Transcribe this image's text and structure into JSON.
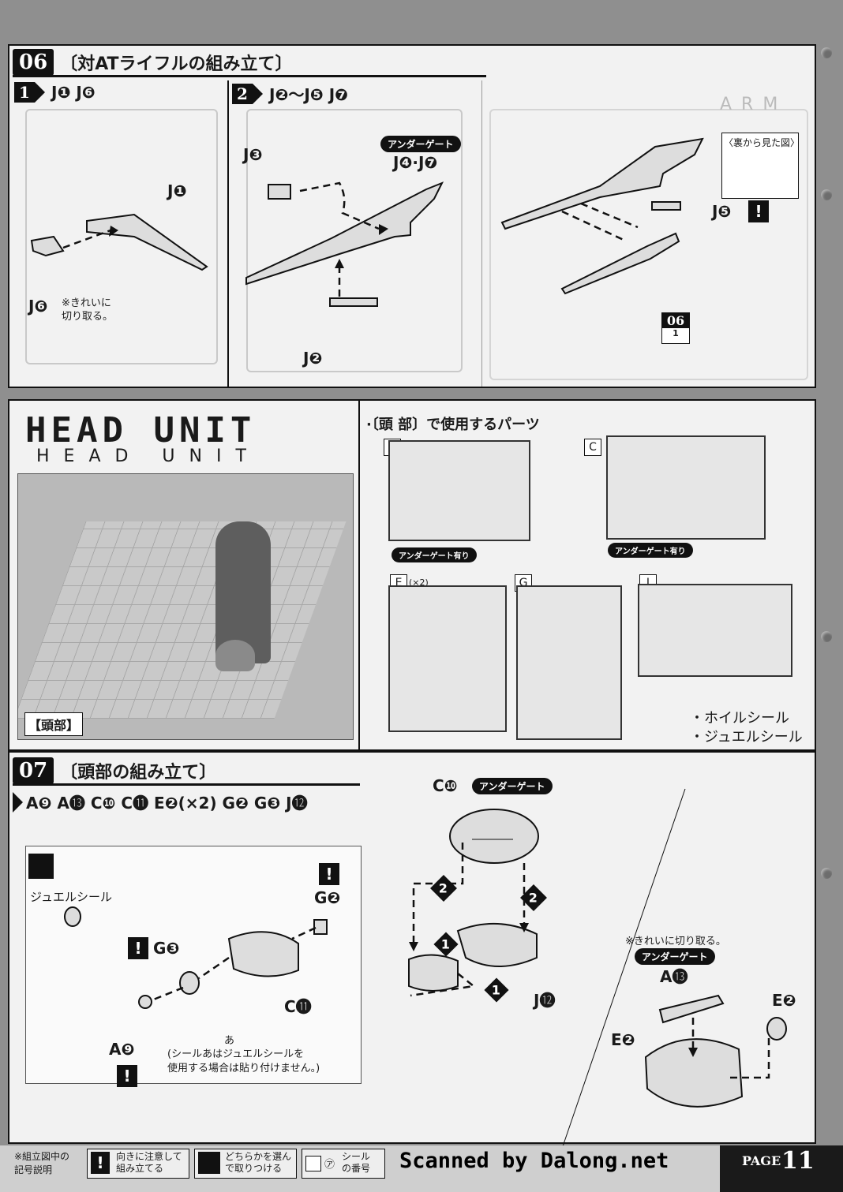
{
  "step06": {
    "number": "06",
    "title": "〔対ATライフルの組み立て〕",
    "sub1": {
      "num": "1",
      "parts": "J❶ J❻"
    },
    "sub2": {
      "num": "2",
      "parts": "J❷～J❺ J❼"
    },
    "label_j1": "J❶",
    "label_j6": "J❻",
    "note_j6": "※きれいに\n切り取る。",
    "label_j3": "J❸",
    "label_j4j7": "J❹·J❼",
    "underGate": "アンダーゲート",
    "label_j2": "J❷",
    "reverse_view": "〈裏から見た図〉",
    "label_j5": "J❺",
    "ref_step_num": "06",
    "ref_step_sub": "1",
    "ghost_text_tr": "ARM"
  },
  "headUnit": {
    "stylized_title": "HEAD UNIT",
    "subtitle": "HEAD UNIT",
    "photo_caption": "【頭部】",
    "parts_heading": "·〔頭 部〕で使用するパーツ",
    "runners": [
      {
        "id": "A",
        "note": "アンダーゲート有り"
      },
      {
        "id": "C",
        "note": "アンダーゲート有り"
      },
      {
        "id": "E",
        "note": "(×2)"
      },
      {
        "id": "G",
        "note": ""
      },
      {
        "id": "J",
        "note": ""
      }
    ],
    "seals": [
      "・ホイルシール",
      "・ジュエルシール"
    ]
  },
  "step07": {
    "number": "07",
    "title": "〔頭部の組み立て〕",
    "parts_line": "A❾ A⓭ C❿ C⓫ E❷(×2) G❷ G❸ J⓬",
    "jewel_seal": "ジュエルシール",
    "label_g2": "G❷",
    "label_g3": "G❸",
    "label_c11": "C⓫",
    "label_a9": "A❾",
    "seal_note": "(シールあはジュエルシールを\n使用する場合は貼り付けません。)",
    "seal_mark": "あ",
    "label_c10": "C❿",
    "underGate": "アンダーゲート",
    "label_j12": "J⓬",
    "clean_cut": "※きれいに切り取る。",
    "label_a13": "A⓭",
    "label_e2a": "E❷",
    "label_e2b": "E❷",
    "order1": "1",
    "order2": "2"
  },
  "footer": {
    "legend_title": "※組立図中の\n記号説明",
    "legend1": "向きに注意して\n組み立てる",
    "legend2": "どちらかを選ん\nで取りつける",
    "legend3_mark": "㋐",
    "legend3": "シール\nの番号",
    "credit": "Scanned by Dalong.net",
    "page_label": "PAGE",
    "page_num": "11"
  }
}
